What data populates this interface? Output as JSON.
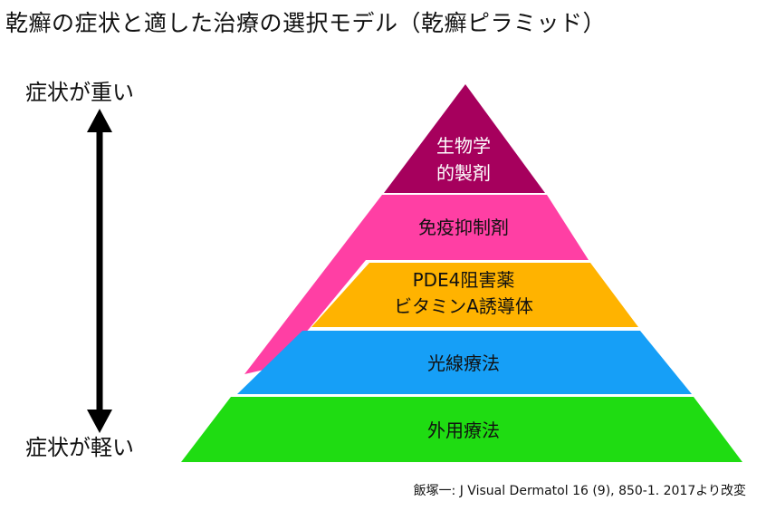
{
  "title": "乾癬の症状と適した治療の選択モデル（乾癬ピラミッド）",
  "axis": {
    "top_label": "症状が重い",
    "bottom_label": "症状が軽い"
  },
  "tiers": [
    {
      "lines": [
        "生物学",
        "的製剤"
      ],
      "color": "#a6005d"
    },
    {
      "lines": [
        "免疫抑制剤"
      ],
      "color": "#ff3fa4"
    },
    {
      "lines": [
        "PDE4阻害薬",
        "ビタミンA誘導体"
      ],
      "color": "#ffb300"
    },
    {
      "lines": [
        "光線療法"
      ],
      "color": "#169ff7"
    },
    {
      "lines": [
        "外用療法"
      ],
      "color": "#1fdc12"
    }
  ],
  "citation": "飯塚一: J Visual Dermatol 16 (9), 850-1. 2017より改変"
}
